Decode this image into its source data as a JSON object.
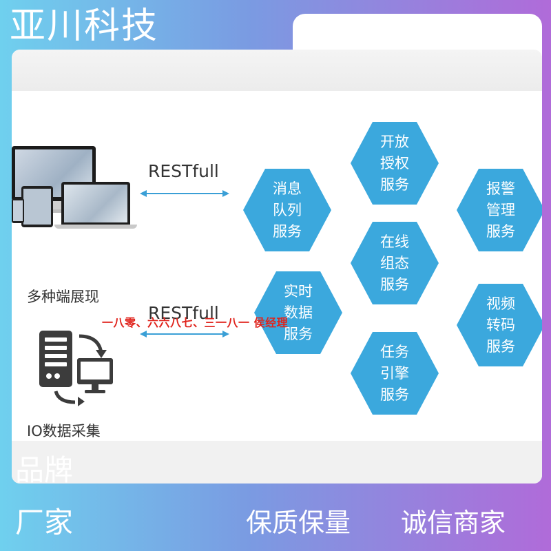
{
  "header": {
    "company_name": "亚川科技"
  },
  "diagram": {
    "clients_label": "多种端展现",
    "io_label": "IO数据采集",
    "rest_top": "RESTfull",
    "rest_bottom": "RESTfull",
    "services": [
      {
        "id": "message-queue",
        "label": "消息\n队列\n服务"
      },
      {
        "id": "open-auth",
        "label": "开放\n授权\n服务"
      },
      {
        "id": "alarm-management",
        "label": "报警\n管理\n服务"
      },
      {
        "id": "online-config",
        "label": "在线\n组态\n服务"
      },
      {
        "id": "realtime-data",
        "label": "实时\n数据\n服务"
      },
      {
        "id": "video-transcode",
        "label": "视频\n转码\n服务"
      },
      {
        "id": "task-engine",
        "label": "任务\n引擎\n服务"
      }
    ],
    "watermark_text": "一八零、六六八七、三一八一 侯经理"
  },
  "footer": {
    "brand_line1": "品牌",
    "brand_line2": "厂家",
    "slogan_left": "保质保量",
    "slogan_right": "诚信商家"
  },
  "colors": {
    "hex_fill": "#3ba8dd",
    "arrow": "#3a9fd6",
    "watermark": "#e0231c"
  }
}
